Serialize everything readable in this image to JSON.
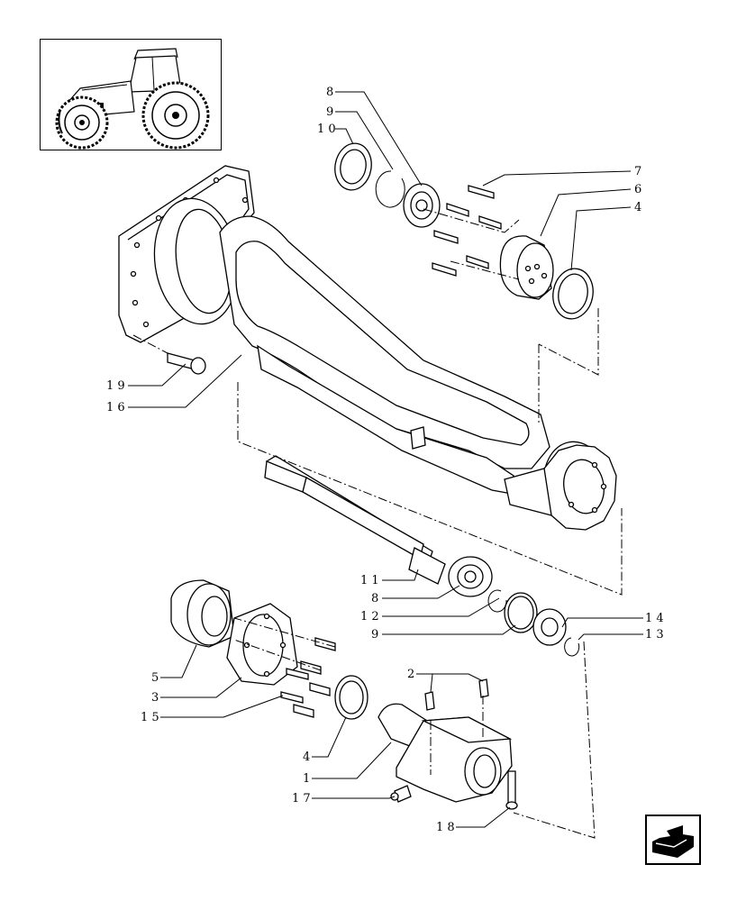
{
  "diagram": {
    "callouts": [
      {
        "id": "8a",
        "text": "8"
      },
      {
        "id": "9a",
        "text": "9"
      },
      {
        "id": "10",
        "text": "1 0"
      },
      {
        "id": "7",
        "text": "7"
      },
      {
        "id": "6",
        "text": "6"
      },
      {
        "id": "4a",
        "text": "4"
      },
      {
        "id": "19",
        "text": "1 9"
      },
      {
        "id": "16",
        "text": "1 6"
      },
      {
        "id": "11",
        "text": "1 1"
      },
      {
        "id": "8b",
        "text": "8"
      },
      {
        "id": "12",
        "text": "1 2"
      },
      {
        "id": "9b",
        "text": "9"
      },
      {
        "id": "14",
        "text": "1 4"
      },
      {
        "id": "13",
        "text": "1 3"
      },
      {
        "id": "2",
        "text": "2"
      },
      {
        "id": "5",
        "text": "5"
      },
      {
        "id": "3",
        "text": "3"
      },
      {
        "id": "15",
        "text": "1 5"
      },
      {
        "id": "4b",
        "text": "4"
      },
      {
        "id": "1",
        "text": "1"
      },
      {
        "id": "17",
        "text": "1 7"
      },
      {
        "id": "18",
        "text": "1 8"
      }
    ]
  },
  "icons": {
    "thumbnail": "tractor-thumbnail-icon",
    "nav": "next-page-arrow-icon"
  }
}
